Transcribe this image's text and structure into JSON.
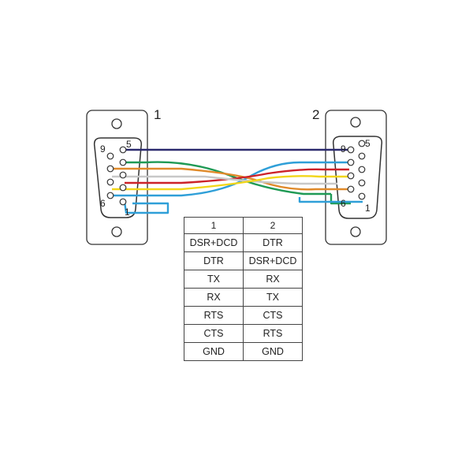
{
  "connectors": [
    {
      "label": "1",
      "pins": [
        "1",
        "2",
        "3",
        "4",
        "5",
        "6",
        "7",
        "8",
        "9"
      ],
      "visible_pin_numbers": [
        "9",
        "5",
        "6",
        "1"
      ]
    },
    {
      "label": "2",
      "pins": [
        "1",
        "2",
        "3",
        "4",
        "5",
        "6",
        "7",
        "8",
        "9"
      ],
      "visible_pin_numbers": [
        "9",
        "5",
        "6",
        "1"
      ]
    }
  ],
  "table": {
    "headers": [
      "1",
      "2"
    ],
    "rows": [
      [
        "DSR+DCD",
        "DTR"
      ],
      [
        "DTR",
        "DSR+DCD"
      ],
      [
        "TX",
        "RX"
      ],
      [
        "RX",
        "TX"
      ],
      [
        "RTS",
        "CTS"
      ],
      [
        "CTS",
        "RTS"
      ],
      [
        "GND",
        "GND"
      ]
    ]
  },
  "wire_colors": {
    "navy": "#2b2a6e",
    "green": "#1f9a55",
    "orange": "#e08a2a",
    "red": "#cc2229",
    "gray": "#c8c8c8",
    "yellow": "#f2d619",
    "blue": "#2f9fd8"
  }
}
